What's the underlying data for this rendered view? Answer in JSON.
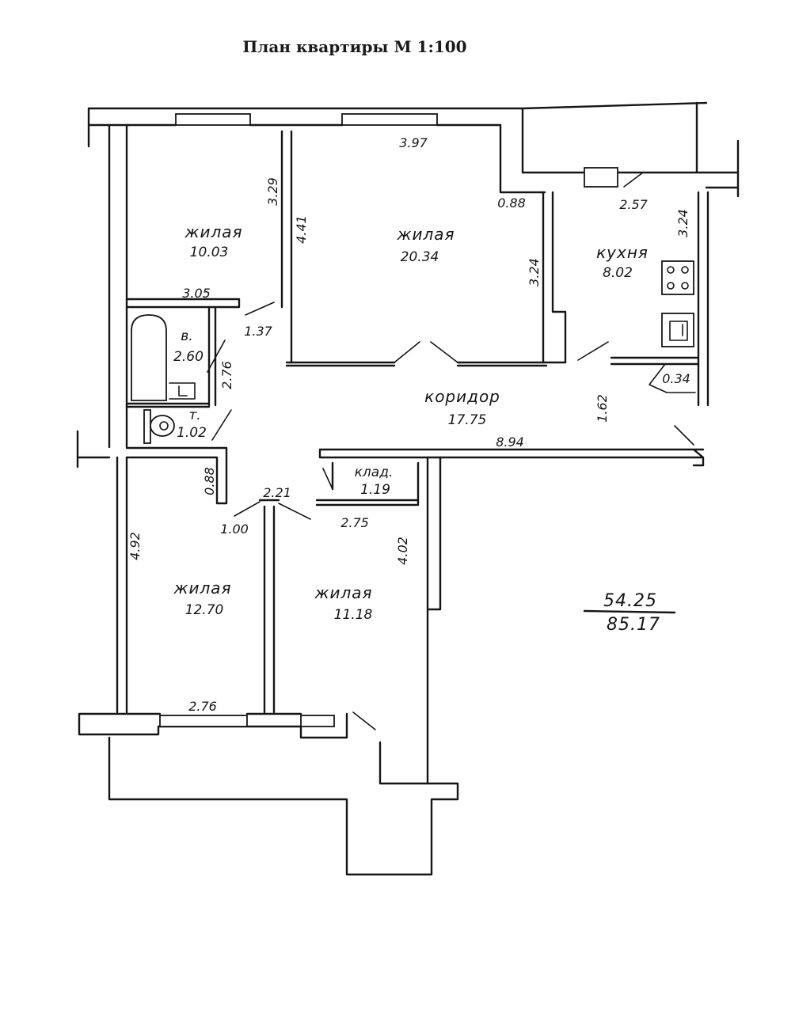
{
  "title": "План квартиры М 1:100",
  "rooms": {
    "living1": {
      "label": "жилая",
      "area": "10.03"
    },
    "living2": {
      "label": "жилая",
      "area": "20.34"
    },
    "kitchen": {
      "label": "кухня",
      "area": "8.02"
    },
    "bath": {
      "label": "в.",
      "area": "2.60"
    },
    "toilet": {
      "label": "т.",
      "area": "1.02"
    },
    "corridor": {
      "label": "коридор",
      "area": "17.75"
    },
    "storage": {
      "label": "клад.",
      "area": "1.19"
    },
    "living3": {
      "label": "жилая",
      "area": "12.70"
    },
    "living4": {
      "label": "жилая",
      "area": "11.18"
    }
  },
  "dimensions": {
    "d_397": "3.97",
    "d_088a": "0.88",
    "d_257": "2.57",
    "d_324a": "3.24",
    "d_329": "3.29",
    "d_441": "4.41",
    "d_324b": "3.24",
    "d_305": "3.05",
    "d_137": "1.37",
    "d_276a": "2.76",
    "d_034": "0.34",
    "d_162": "1.62",
    "d_894": "8.94",
    "d_088b": "0.88",
    "d_221": "2.21",
    "d_100": "1.00",
    "d_275": "2.75",
    "d_492": "4.92",
    "d_402": "4.02",
    "d_276b": "2.76"
  },
  "summary": {
    "living_area": "54.25",
    "total_area": "85.17"
  }
}
